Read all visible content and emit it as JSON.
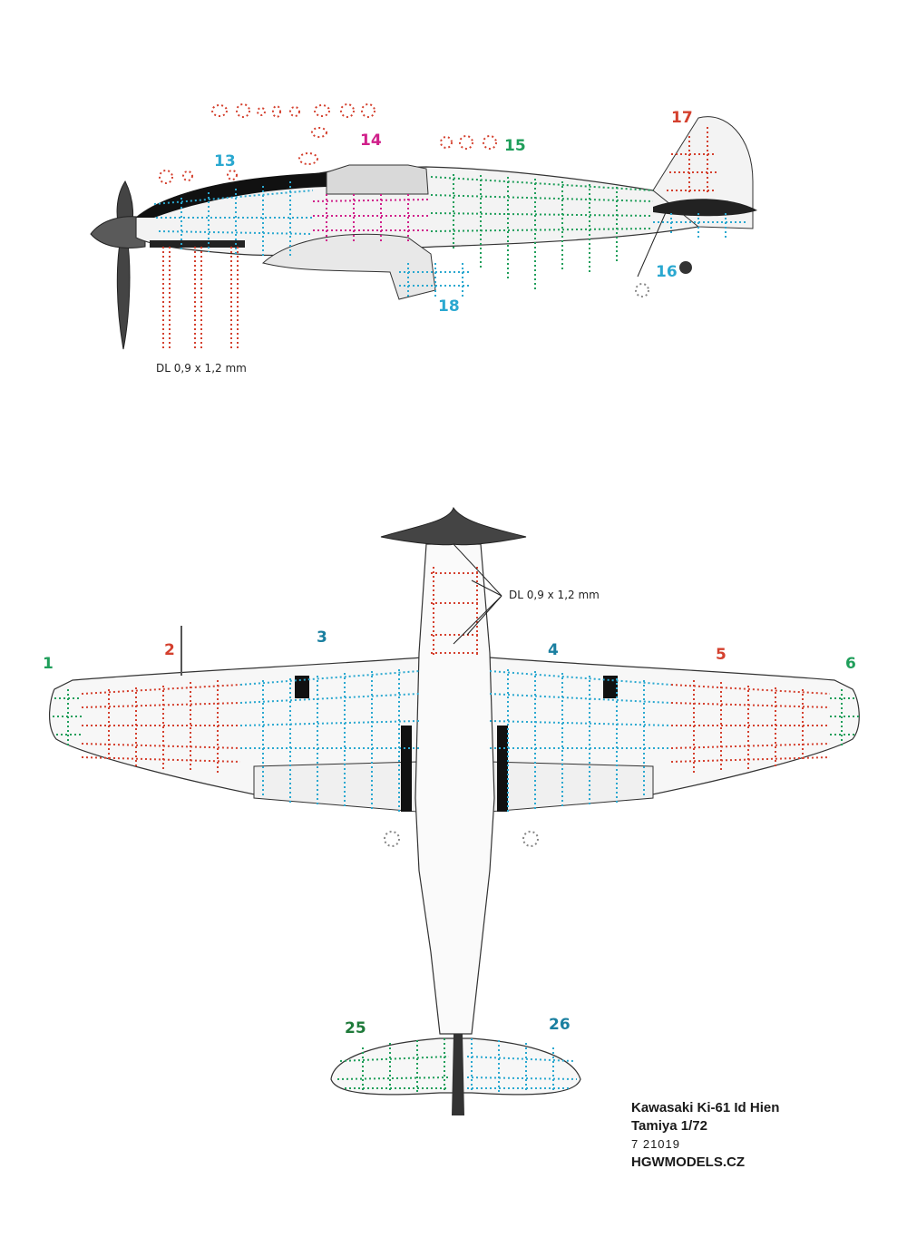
{
  "colors": {
    "red": "#d4402e",
    "magenta": "#d0208a",
    "cyan": "#2aa8d0",
    "green": "#1f9e5a",
    "teal": "#1a7fa0",
    "dark": "#3a3a3a"
  },
  "side_view": {
    "labels": {
      "n13": "13",
      "n14": "14",
      "n15": "15",
      "n16": "16",
      "n17": "17",
      "n18": "18"
    },
    "dimension": "DL 0,9 x 1,2 mm"
  },
  "top_view": {
    "labels": {
      "n1": "1",
      "n2": "2",
      "n3": "3",
      "n4": "4",
      "n5": "5",
      "n6": "6",
      "n25": "25",
      "n26": "26"
    },
    "dimension": "DL 0,9 x 1,2 mm"
  },
  "credits": {
    "line1": "Kawasaki Ki-61 Id Hien",
    "line2": "Tamiya 1/72",
    "line3": "7 21019",
    "line4": "HGWMODELS.CZ"
  }
}
